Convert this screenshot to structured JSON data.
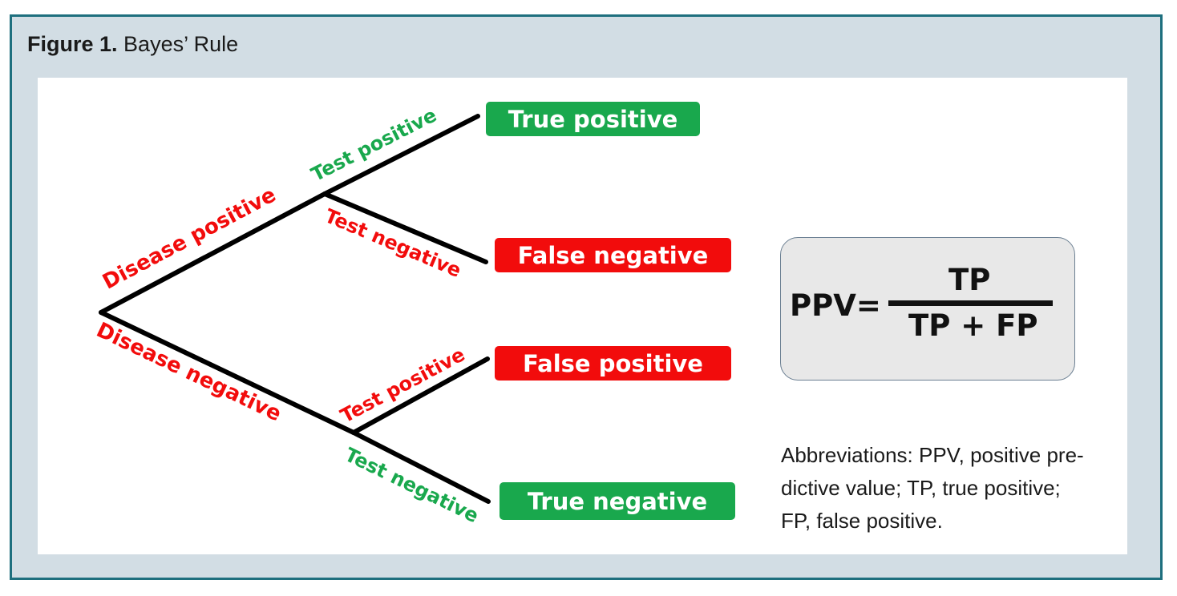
{
  "figure": {
    "label": "Figure 1.",
    "title": "Bayes’ Rule"
  },
  "tree": {
    "disease_positive": "Disease positive",
    "disease_negative": "Disease negative",
    "upper_test_positive": "Test positive",
    "upper_test_negative": "Test negative",
    "lower_test_positive": "Test positive",
    "lower_test_negative": "Test negative"
  },
  "outcomes": {
    "true_positive": "True positive",
    "false_negative": "False negative",
    "false_positive": "False positive",
    "true_negative": "True negative"
  },
  "formula": {
    "lhs": "PPV=",
    "numerator": "TP",
    "denominator": "TP + FP"
  },
  "abbreviations": {
    "line1": "Abbreviations: PPV, positive pre-",
    "line2": "dictive value; TP, true positive;",
    "line3": "FP, false positive."
  },
  "colors": {
    "green": "#19a84d",
    "red": "#f20c0c",
    "frame_border": "#1e6f7e",
    "frame_bg": "#d2dde4"
  }
}
